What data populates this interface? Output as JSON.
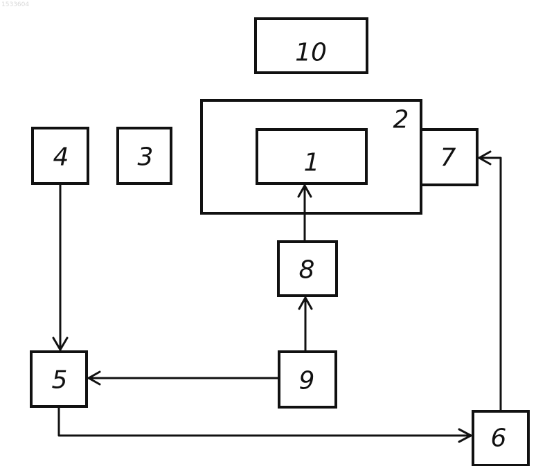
{
  "document_id": "1533604",
  "blocks": {
    "b1": "1",
    "b2": "2",
    "b3": "3",
    "b4": "4",
    "b5": "5",
    "b6": "6",
    "b7": "7",
    "b8": "8",
    "b9": "9",
    "b10": "10"
  },
  "connections": [
    {
      "from": "4",
      "to": "5"
    },
    {
      "from": "9",
      "to": "5"
    },
    {
      "from": "9",
      "to": "8"
    },
    {
      "from": "8",
      "to": "1"
    },
    {
      "from": "5",
      "to": "6"
    },
    {
      "from": "6",
      "to": "7"
    }
  ]
}
